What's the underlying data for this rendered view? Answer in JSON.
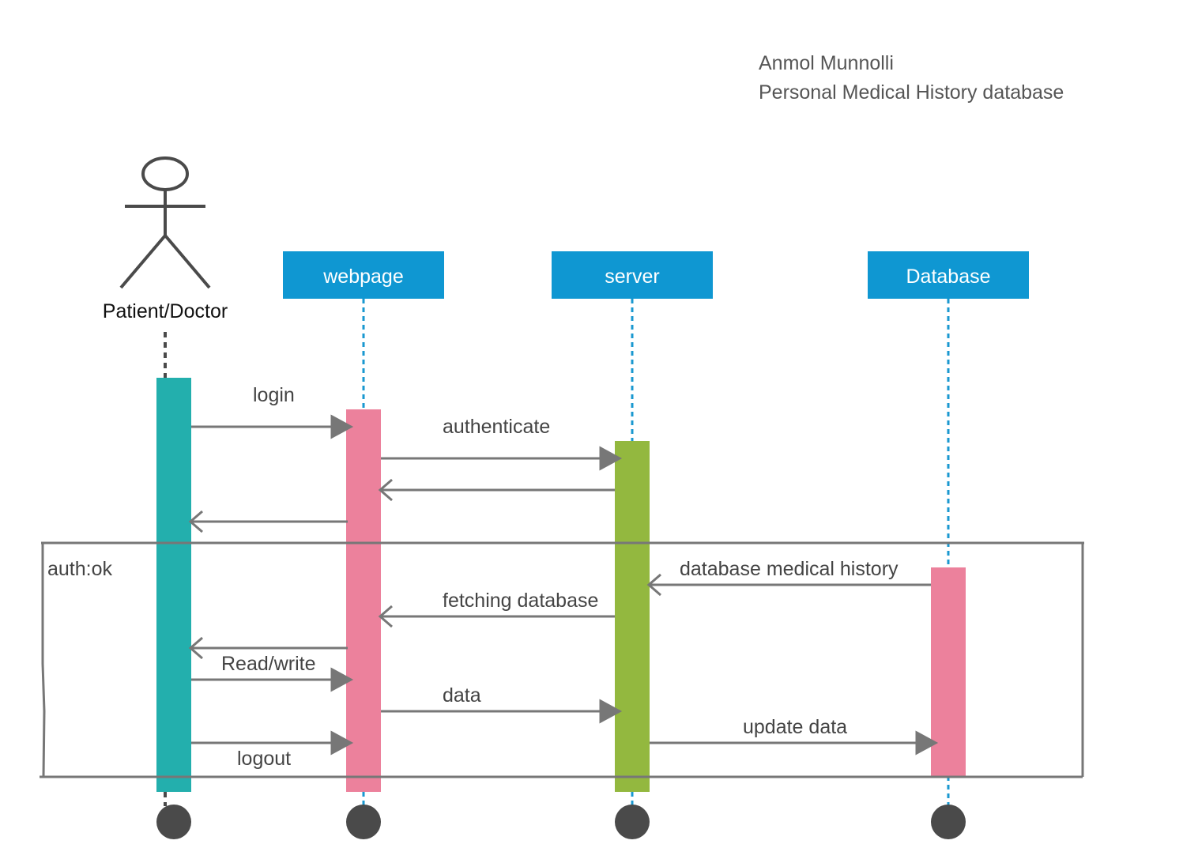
{
  "header": {
    "author": "Anmol Munnolli",
    "subtitle": "Personal Medical History database"
  },
  "actor": {
    "name": "Patient/Doctor"
  },
  "lifelines": [
    {
      "id": "webpage",
      "label": "webpage"
    },
    {
      "id": "server",
      "label": "server"
    },
    {
      "id": "database",
      "label": "Database"
    }
  ],
  "fragment": {
    "guard": "auth:ok"
  },
  "messages": [
    {
      "from": "Patient/Doctor",
      "to": "webpage",
      "label": "login",
      "kind": "call"
    },
    {
      "from": "webpage",
      "to": "server",
      "label": "authenticate",
      "kind": "call"
    },
    {
      "from": "server",
      "to": "webpage",
      "label": "",
      "kind": "return"
    },
    {
      "from": "webpage",
      "to": "Patient/Doctor",
      "label": "",
      "kind": "return"
    },
    {
      "from": "Database",
      "to": "server",
      "label": "database medical history",
      "kind": "return"
    },
    {
      "from": "server",
      "to": "webpage",
      "label": "fetching database",
      "kind": "return"
    },
    {
      "from": "webpage",
      "to": "Patient/Doctor",
      "label": "",
      "kind": "return"
    },
    {
      "from": "Patient/Doctor",
      "to": "webpage",
      "label": "Read/write",
      "kind": "call"
    },
    {
      "from": "webpage",
      "to": "server",
      "label": "data",
      "kind": "call"
    },
    {
      "from": "Patient/Doctor",
      "to": "webpage",
      "label": "logout",
      "kind": "call"
    },
    {
      "from": "server",
      "to": "Database",
      "label": "update data",
      "kind": "call"
    }
  ],
  "colors": {
    "header_fill": "#0f97d2",
    "lifeline_dash": "#1a98d0",
    "actor_bar": "#23afad",
    "webpage_bar": "#ec819c",
    "server_bar": "#93b83f",
    "database_bar": "#ec819c",
    "arrow": "#777777",
    "frame": "#777777",
    "terminator": "#4a4a4a"
  }
}
